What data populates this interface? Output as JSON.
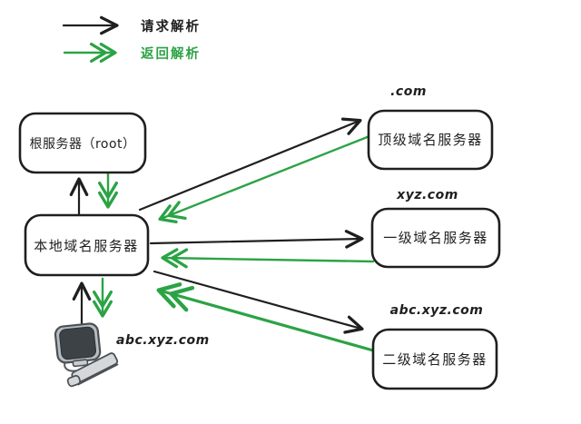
{
  "legend": {
    "request_label": "请求解析",
    "response_label": "返回解析"
  },
  "nodes": {
    "root": {
      "label": "根服务器（root）"
    },
    "local": {
      "label": "本地域名服务器"
    },
    "tld": {
      "label": "顶级域名服务器",
      "domain": ".com"
    },
    "first_level": {
      "label": "一级域名服务器",
      "domain": "xyz.com"
    },
    "second_level": {
      "label": "二级域名服务器",
      "domain": "abc.xyz.com"
    }
  },
  "client": {
    "icon": "computer-icon",
    "label": "abc.xyz.com"
  },
  "colors": {
    "request_arrow": "#1f1f1f",
    "response_arrow": "#2ba345",
    "text": "#1f1f1f",
    "background": "#ffffff"
  }
}
